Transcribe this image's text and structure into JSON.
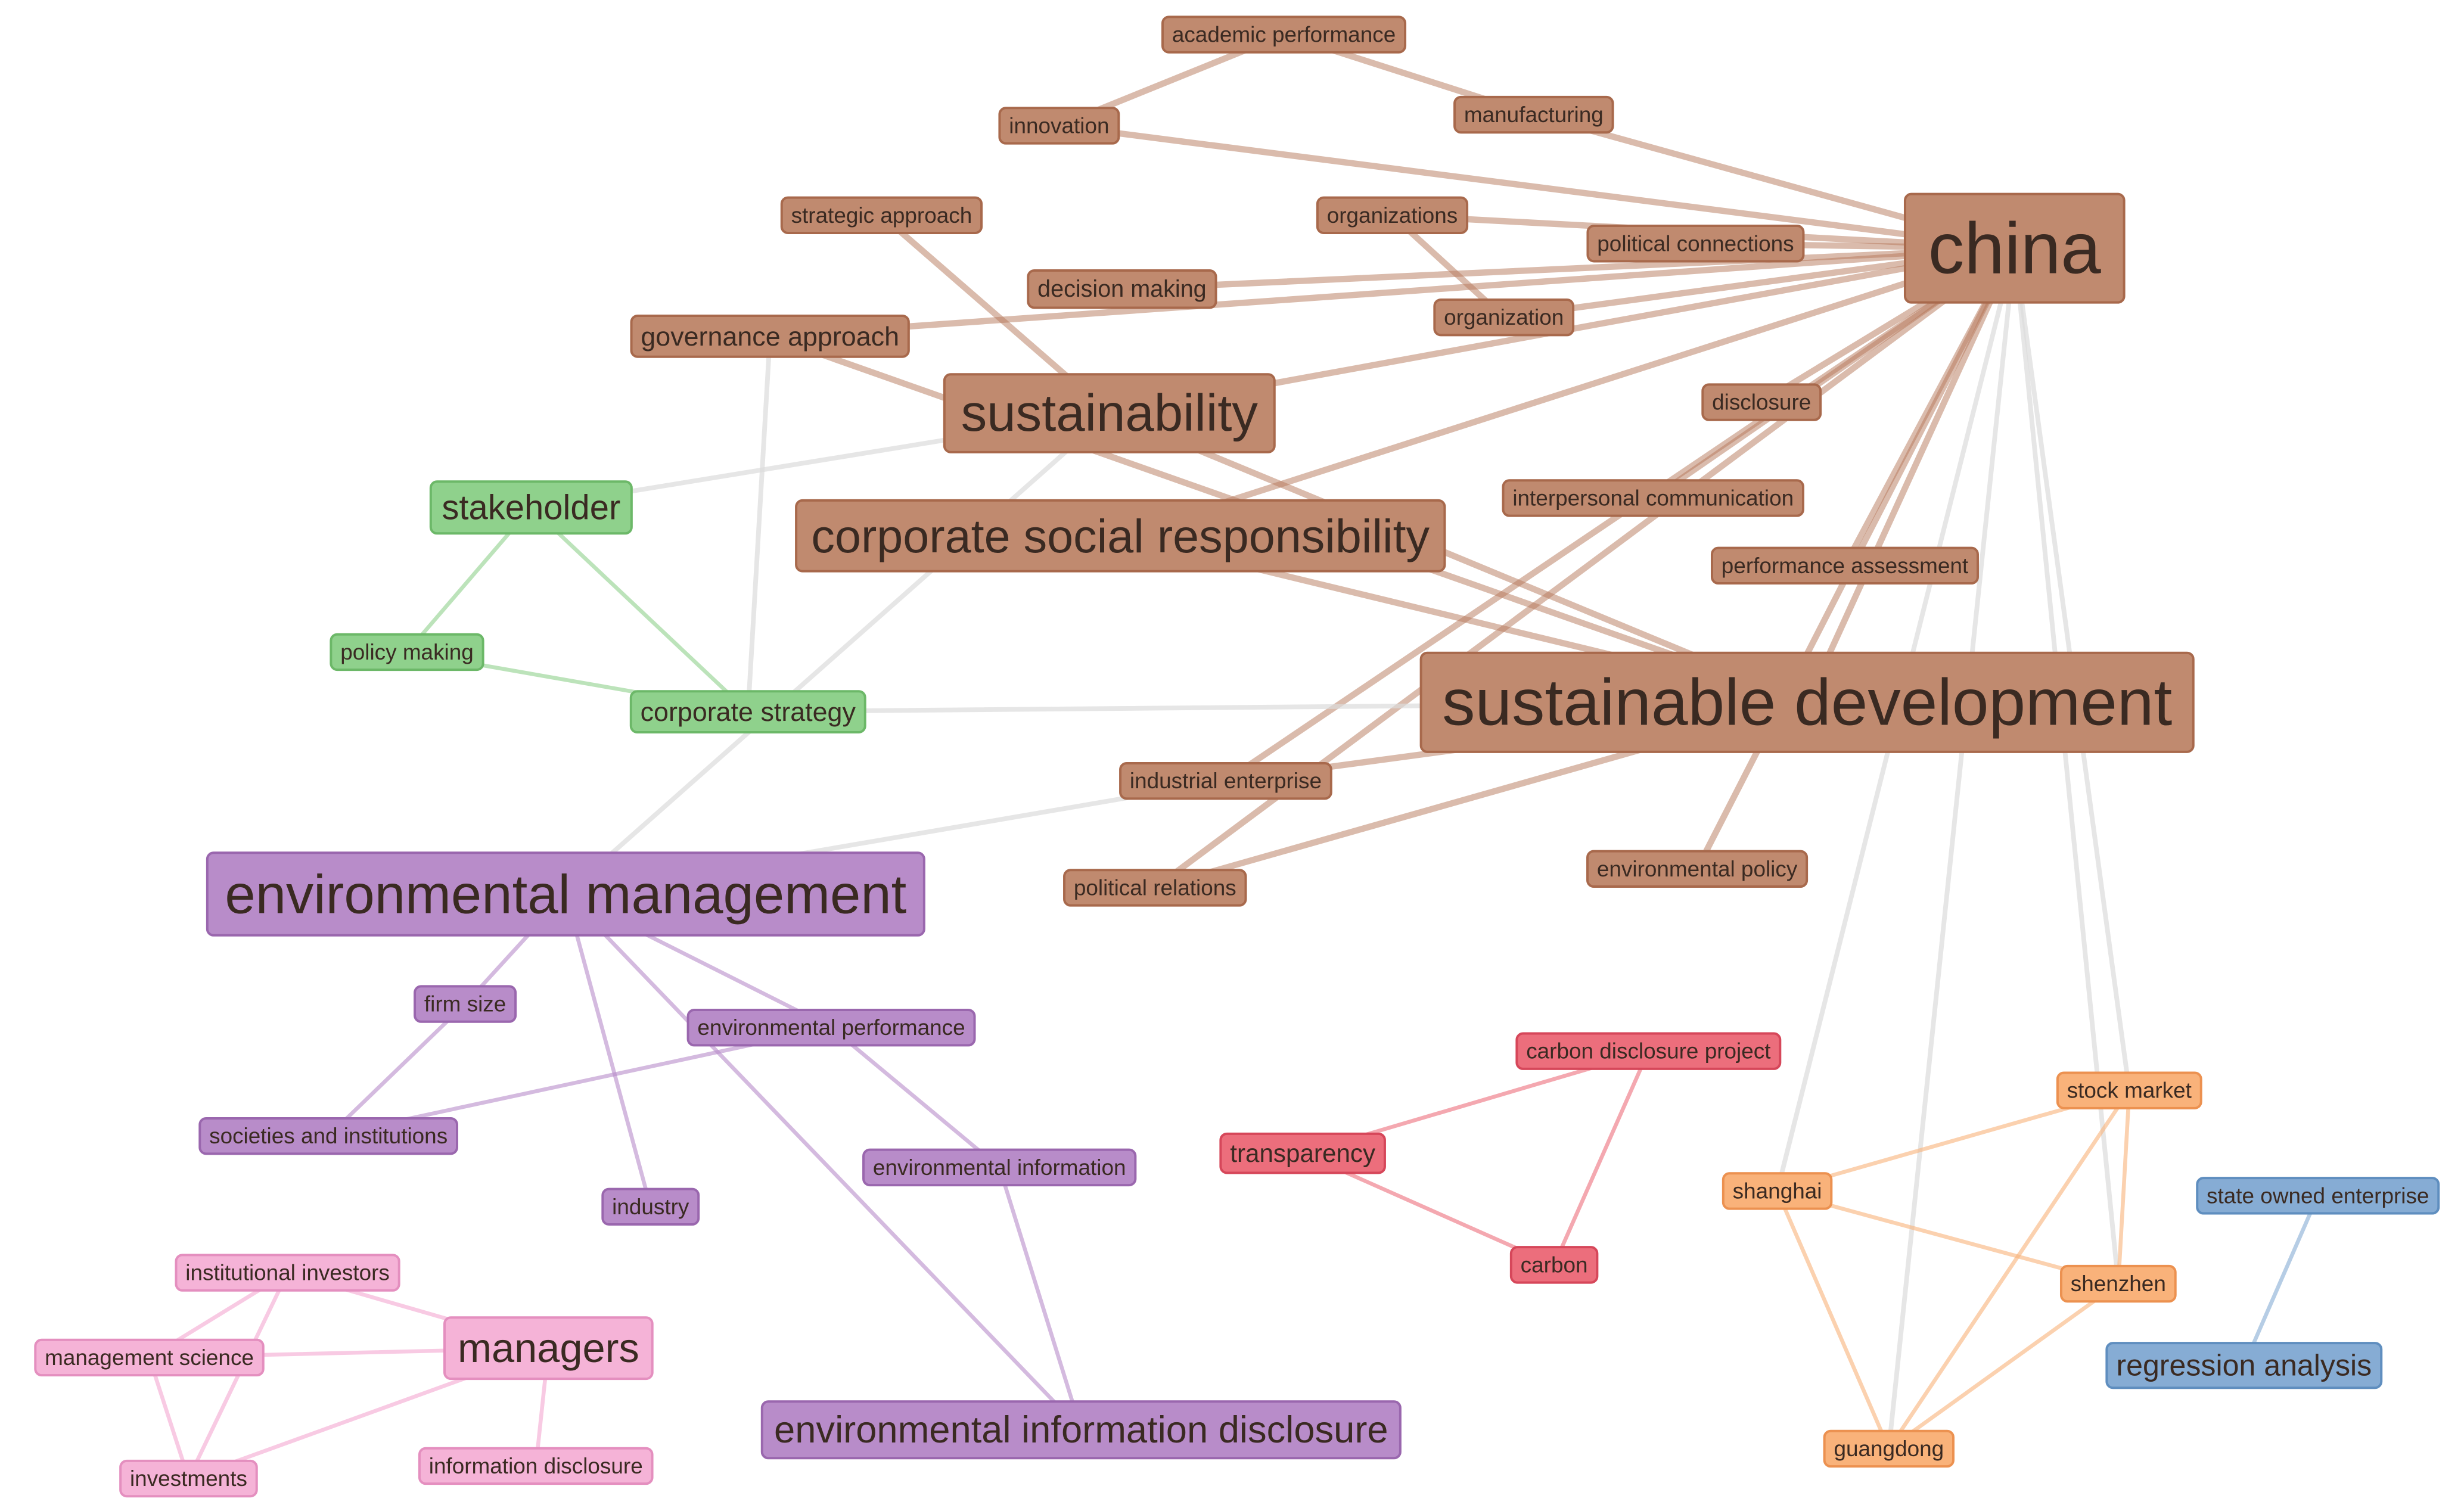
{
  "clusters": {
    "brown": {
      "fill": "#c08a6f",
      "stroke": "#a8694c",
      "edge": "#b5785a"
    },
    "green": {
      "fill": "#8fd18c",
      "stroke": "#6cb868",
      "edge": "#8fd18c"
    },
    "purple": {
      "fill": "#b88cc9",
      "stroke": "#9a67ae",
      "edge": "#b88cc9"
    },
    "pink": {
      "fill": "#f5b3d7",
      "stroke": "#e48fbf",
      "edge": "#f5b3d7"
    },
    "red": {
      "fill": "#ec6e7c",
      "stroke": "#d6475a",
      "edge": "#ec6e7c"
    },
    "orange": {
      "fill": "#f9b27a",
      "stroke": "#ec9150",
      "edge": "#f9b27a"
    },
    "blue": {
      "fill": "#86acd4",
      "stroke": "#5f8ebf",
      "edge": "#86acd4"
    },
    "gray": {
      "edge": "#dcdcdc"
    },
    "text": "#3a2a22"
  },
  "nodes": [
    {
      "id": "academic_performance",
      "label": "academic performance",
      "cluster": "brown"
    },
    {
      "id": "innovation",
      "label": "innovation",
      "cluster": "brown"
    },
    {
      "id": "manufacturing",
      "label": "manufacturing",
      "cluster": "brown"
    },
    {
      "id": "strategic_approach",
      "label": "strategic approach",
      "cluster": "brown"
    },
    {
      "id": "organizations",
      "label": "organizations",
      "cluster": "brown"
    },
    {
      "id": "political_connections",
      "label": "political connections",
      "cluster": "brown"
    },
    {
      "id": "china",
      "label": "china",
      "cluster": "brown"
    },
    {
      "id": "decision_making",
      "label": "decision making",
      "cluster": "brown"
    },
    {
      "id": "organization",
      "label": "organization",
      "cluster": "brown"
    },
    {
      "id": "governance_approach",
      "label": "governance approach",
      "cluster": "brown"
    },
    {
      "id": "sustainability",
      "label": "sustainability",
      "cluster": "brown"
    },
    {
      "id": "disclosure",
      "label": "disclosure",
      "cluster": "brown"
    },
    {
      "id": "corporate_social_responsibility",
      "label": "corporate social responsibility",
      "cluster": "brown"
    },
    {
      "id": "interpersonal_communication",
      "label": "interpersonal communication",
      "cluster": "brown"
    },
    {
      "id": "performance_assessment",
      "label": "performance assessment",
      "cluster": "brown"
    },
    {
      "id": "sustainable_development",
      "label": "sustainable development",
      "cluster": "brown"
    },
    {
      "id": "industrial_enterprise",
      "label": "industrial enterprise",
      "cluster": "brown"
    },
    {
      "id": "environmental_policy",
      "label": "environmental policy",
      "cluster": "brown"
    },
    {
      "id": "political_relations",
      "label": "political relations",
      "cluster": "brown"
    },
    {
      "id": "stakeholder",
      "label": "stakeholder",
      "cluster": "green"
    },
    {
      "id": "policy_making",
      "label": "policy making",
      "cluster": "green"
    },
    {
      "id": "corporate_strategy",
      "label": "corporate strategy",
      "cluster": "green"
    },
    {
      "id": "environmental_management",
      "label": "environmental management",
      "cluster": "purple"
    },
    {
      "id": "firm_size",
      "label": "firm size",
      "cluster": "purple"
    },
    {
      "id": "environmental_performance",
      "label": "environmental performance",
      "cluster": "purple"
    },
    {
      "id": "societies_and_institutions",
      "label": "societies and institutions",
      "cluster": "purple"
    },
    {
      "id": "environmental_information",
      "label": "environmental information",
      "cluster": "purple"
    },
    {
      "id": "industry",
      "label": "industry",
      "cluster": "purple"
    },
    {
      "id": "environmental_information_disclosure",
      "label": "environmental information disclosure",
      "cluster": "purple"
    },
    {
      "id": "institutional_investors",
      "label": "institutional investors",
      "cluster": "pink"
    },
    {
      "id": "management_science",
      "label": "management science",
      "cluster": "pink"
    },
    {
      "id": "managers",
      "label": "managers",
      "cluster": "pink"
    },
    {
      "id": "investments",
      "label": "investments",
      "cluster": "pink"
    },
    {
      "id": "information_disclosure",
      "label": "information disclosure",
      "cluster": "pink"
    },
    {
      "id": "carbon_disclosure_project",
      "label": "carbon disclosure project",
      "cluster": "red"
    },
    {
      "id": "transparency",
      "label": "transparency",
      "cluster": "red"
    },
    {
      "id": "carbon",
      "label": "carbon",
      "cluster": "red"
    },
    {
      "id": "stock_market",
      "label": "stock market",
      "cluster": "orange"
    },
    {
      "id": "shanghai",
      "label": "shanghai",
      "cluster": "orange"
    },
    {
      "id": "shenzhen",
      "label": "shenzhen",
      "cluster": "orange"
    },
    {
      "id": "guangdong",
      "label": "guangdong",
      "cluster": "orange"
    },
    {
      "id": "state_owned_enterprise",
      "label": "state owned enterprise",
      "cluster": "blue"
    },
    {
      "id": "regression_analysis",
      "label": "regression analysis",
      "cluster": "blue"
    }
  ],
  "edges": [
    {
      "from": "academic_performance",
      "to": "innovation",
      "cluster": "brown"
    },
    {
      "from": "academic_performance",
      "to": "manufacturing",
      "cluster": "brown"
    },
    {
      "from": "innovation",
      "to": "china",
      "cluster": "brown"
    },
    {
      "from": "manufacturing",
      "to": "china",
      "cluster": "brown"
    },
    {
      "from": "organizations",
      "to": "china",
      "cluster": "brown"
    },
    {
      "from": "organizations",
      "to": "organization",
      "cluster": "brown"
    },
    {
      "from": "political_connections",
      "to": "china",
      "cluster": "brown"
    },
    {
      "from": "decision_making",
      "to": "china",
      "cluster": "brown"
    },
    {
      "from": "organization",
      "to": "china",
      "cluster": "brown"
    },
    {
      "from": "governance_approach",
      "to": "china",
      "cluster": "brown"
    },
    {
      "from": "governance_approach",
      "to": "sustainable_development",
      "cluster": "brown"
    },
    {
      "from": "strategic_approach",
      "to": "sustainability",
      "cluster": "brown"
    },
    {
      "from": "sustainability",
      "to": "china",
      "cluster": "brown"
    },
    {
      "from": "sustainability",
      "to": "sustainable_development",
      "cluster": "brown"
    },
    {
      "from": "corporate_social_responsibility",
      "to": "china",
      "cluster": "brown"
    },
    {
      "from": "corporate_social_responsibility",
      "to": "sustainable_development",
      "cluster": "brown"
    },
    {
      "from": "disclosure",
      "to": "china",
      "cluster": "brown"
    },
    {
      "from": "interpersonal_communication",
      "to": "china",
      "cluster": "brown"
    },
    {
      "from": "performance_assessment",
      "to": "china",
      "cluster": "brown"
    },
    {
      "from": "sustainable_development",
      "to": "china",
      "cluster": "brown"
    },
    {
      "from": "industrial_enterprise",
      "to": "china",
      "cluster": "brown"
    },
    {
      "from": "industrial_enterprise",
      "to": "sustainable_development",
      "cluster": "brown"
    },
    {
      "from": "political_relations",
      "to": "china",
      "cluster": "brown"
    },
    {
      "from": "political_relations",
      "to": "sustainable_development",
      "cluster": "brown"
    },
    {
      "from": "environmental_policy",
      "to": "china",
      "cluster": "brown"
    },
    {
      "from": "stakeholder",
      "to": "sustainability",
      "cluster": "gray"
    },
    {
      "from": "corporate_strategy",
      "to": "governance_approach",
      "cluster": "gray"
    },
    {
      "from": "corporate_strategy",
      "to": "sustainable_development",
      "cluster": "gray"
    },
    {
      "from": "environmental_management",
      "to": "sustainability",
      "cluster": "gray"
    },
    {
      "from": "environmental_management",
      "to": "industrial_enterprise",
      "cluster": "gray"
    },
    {
      "from": "shanghai",
      "to": "china",
      "cluster": "gray"
    },
    {
      "from": "guangdong",
      "to": "china",
      "cluster": "gray"
    },
    {
      "from": "shenzhen",
      "to": "china",
      "cluster": "gray"
    },
    {
      "from": "stock_market",
      "to": "china",
      "cluster": "gray"
    },
    {
      "from": "stakeholder",
      "to": "policy_making",
      "cluster": "green"
    },
    {
      "from": "stakeholder",
      "to": "corporate_strategy",
      "cluster": "green"
    },
    {
      "from": "policy_making",
      "to": "corporate_strategy",
      "cluster": "green"
    },
    {
      "from": "environmental_management",
      "to": "firm_size",
      "cluster": "purple"
    },
    {
      "from": "environmental_management",
      "to": "environmental_performance",
      "cluster": "purple"
    },
    {
      "from": "environmental_management",
      "to": "industry",
      "cluster": "purple"
    },
    {
      "from": "environmental_management",
      "to": "environmental_information_disclosure",
      "cluster": "purple"
    },
    {
      "from": "firm_size",
      "to": "societies_and_institutions",
      "cluster": "purple"
    },
    {
      "from": "societies_and_institutions",
      "to": "environmental_performance",
      "cluster": "purple"
    },
    {
      "from": "environmental_performance",
      "to": "environmental_information",
      "cluster": "purple"
    },
    {
      "from": "environmental_information",
      "to": "environmental_information_disclosure",
      "cluster": "purple"
    },
    {
      "from": "institutional_investors",
      "to": "management_science",
      "cluster": "pink"
    },
    {
      "from": "institutional_investors",
      "to": "managers",
      "cluster": "pink"
    },
    {
      "from": "institutional_investors",
      "to": "investments",
      "cluster": "pink"
    },
    {
      "from": "management_science",
      "to": "managers",
      "cluster": "pink"
    },
    {
      "from": "management_science",
      "to": "investments",
      "cluster": "pink"
    },
    {
      "from": "managers",
      "to": "investments",
      "cluster": "pink"
    },
    {
      "from": "managers",
      "to": "information_disclosure",
      "cluster": "pink"
    },
    {
      "from": "transparency",
      "to": "carbon_disclosure_project",
      "cluster": "red"
    },
    {
      "from": "transparency",
      "to": "carbon",
      "cluster": "red"
    },
    {
      "from": "carbon_disclosure_project",
      "to": "carbon",
      "cluster": "red"
    },
    {
      "from": "shanghai",
      "to": "stock_market",
      "cluster": "orange"
    },
    {
      "from": "shanghai",
      "to": "shenzhen",
      "cluster": "orange"
    },
    {
      "from": "shanghai",
      "to": "guangdong",
      "cluster": "orange"
    },
    {
      "from": "stock_market",
      "to": "shenzhen",
      "cluster": "orange"
    },
    {
      "from": "stock_market",
      "to": "guangdong",
      "cluster": "orange"
    },
    {
      "from": "shenzhen",
      "to": "guangdong",
      "cluster": "orange"
    },
    {
      "from": "state_owned_enterprise",
      "to": "regression_analysis",
      "cluster": "blue"
    }
  ]
}
